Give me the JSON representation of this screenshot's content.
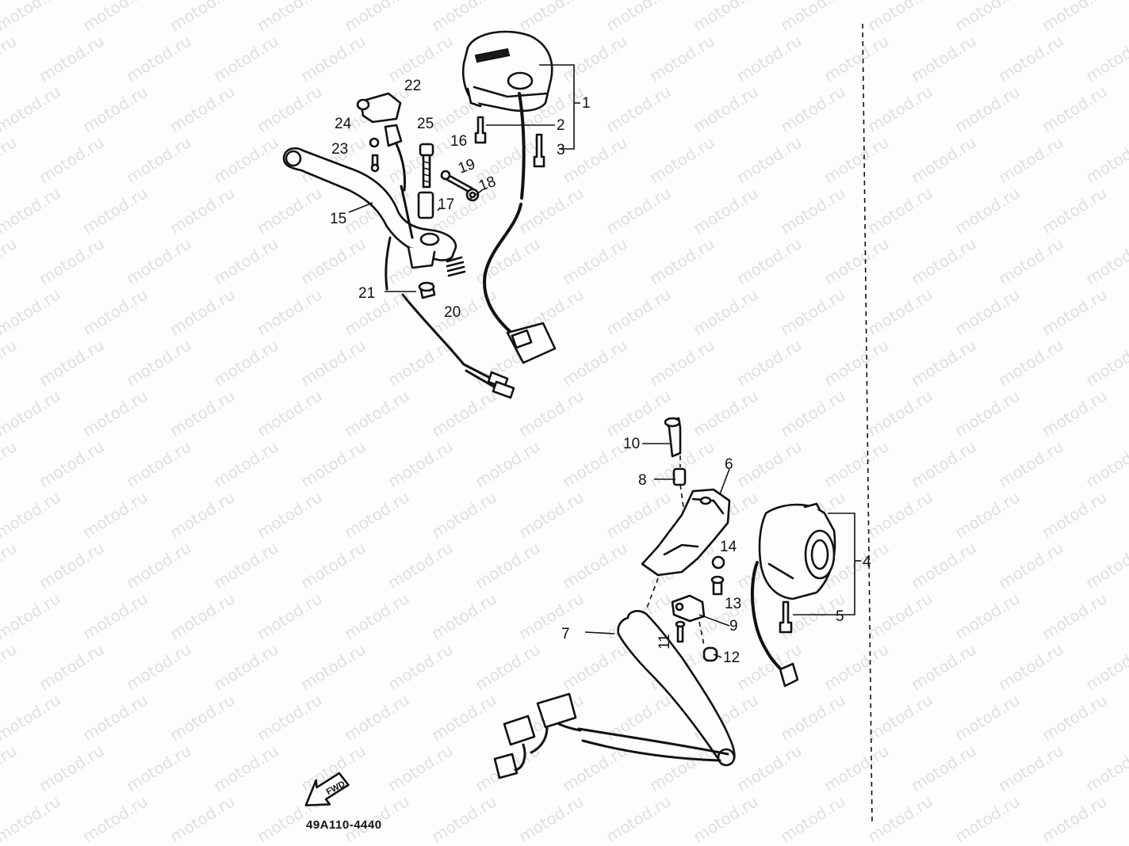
{
  "diagram": {
    "part_code": "49A110-4440",
    "direction_label": "FWD",
    "watermark": "motod.ru",
    "callouts": [
      {
        "id": "c1",
        "label": "1"
      },
      {
        "id": "c2",
        "label": "2"
      },
      {
        "id": "c3",
        "label": "3"
      },
      {
        "id": "c4",
        "label": "4"
      },
      {
        "id": "c5",
        "label": "5"
      },
      {
        "id": "c6",
        "label": "6"
      },
      {
        "id": "c7",
        "label": "7"
      },
      {
        "id": "c8",
        "label": "8"
      },
      {
        "id": "c9",
        "label": "9"
      },
      {
        "id": "c10",
        "label": "10"
      },
      {
        "id": "c11",
        "label": "11"
      },
      {
        "id": "c12",
        "label": "12"
      },
      {
        "id": "c13",
        "label": "13"
      },
      {
        "id": "c14",
        "label": "14"
      },
      {
        "id": "c15",
        "label": "15"
      },
      {
        "id": "c16",
        "label": "16"
      },
      {
        "id": "c17",
        "label": "17"
      },
      {
        "id": "c18",
        "label": "18"
      },
      {
        "id": "c19",
        "label": "19"
      },
      {
        "id": "c20",
        "label": "20"
      },
      {
        "id": "c21",
        "label": "21"
      },
      {
        "id": "c22",
        "label": "22"
      },
      {
        "id": "c23",
        "label": "23"
      },
      {
        "id": "c24",
        "label": "24"
      },
      {
        "id": "c25",
        "label": "25"
      }
    ]
  }
}
